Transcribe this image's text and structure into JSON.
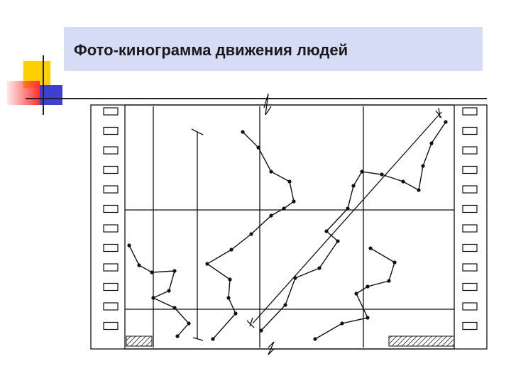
{
  "slide": {
    "title": "Фото-кинограмма движения людей"
  },
  "diagram": {
    "description_items": [
      "photo-film frame",
      "movement trajectories"
    ],
    "colors": {
      "title_band": "#d6dcf5",
      "accent_yellow": "#ffd000",
      "accent_red": "#ff2f2f",
      "accent_blue": "#3f3fd0",
      "ink": "#111111"
    }
  }
}
